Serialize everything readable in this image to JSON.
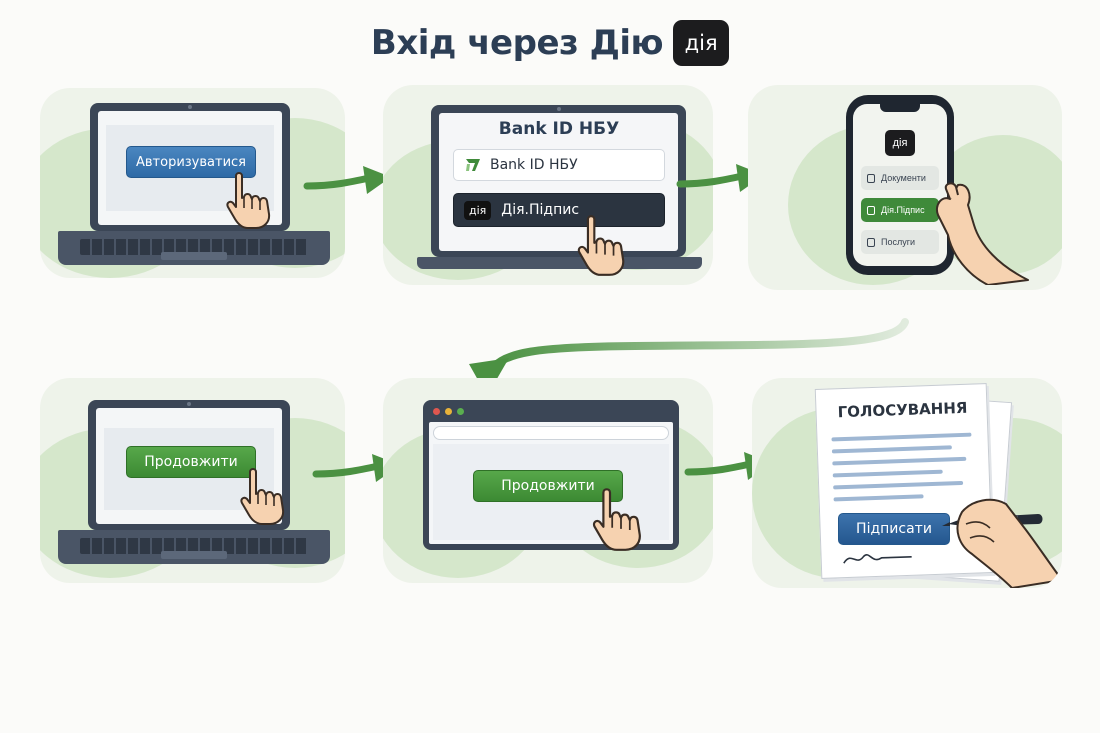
{
  "title": {
    "text": "Вхід через Дію",
    "logo": "дія"
  },
  "steps": {
    "authorize": {
      "button": "Авторизуватися"
    },
    "bankid": {
      "header": "Bank ID НБУ",
      "option_bank": "Bank ID НБУ",
      "option_diia": "Дія.Підпис",
      "diia_badge": "дія"
    },
    "phone": {
      "app_logo": "дія",
      "items": [
        {
          "label": "Документи"
        },
        {
          "label": "Дія.Підпис"
        },
        {
          "label": "Послуги"
        }
      ]
    },
    "continue_laptop": {
      "button": "Продовжити"
    },
    "continue_browser": {
      "button": "Продовжити"
    },
    "sign": {
      "doc_title": "ГОЛОСУВАННЯ",
      "button": "Підписати"
    }
  },
  "icons": {
    "hand": "pointing-hand-icon",
    "arrow": "arrow-right-icon",
    "pen": "pen-icon",
    "bank": "bank-logo-icon"
  },
  "colors": {
    "accent_green": "#3f8a3a",
    "accent_blue": "#2e6aa6",
    "dark": "#1c1c1e"
  }
}
